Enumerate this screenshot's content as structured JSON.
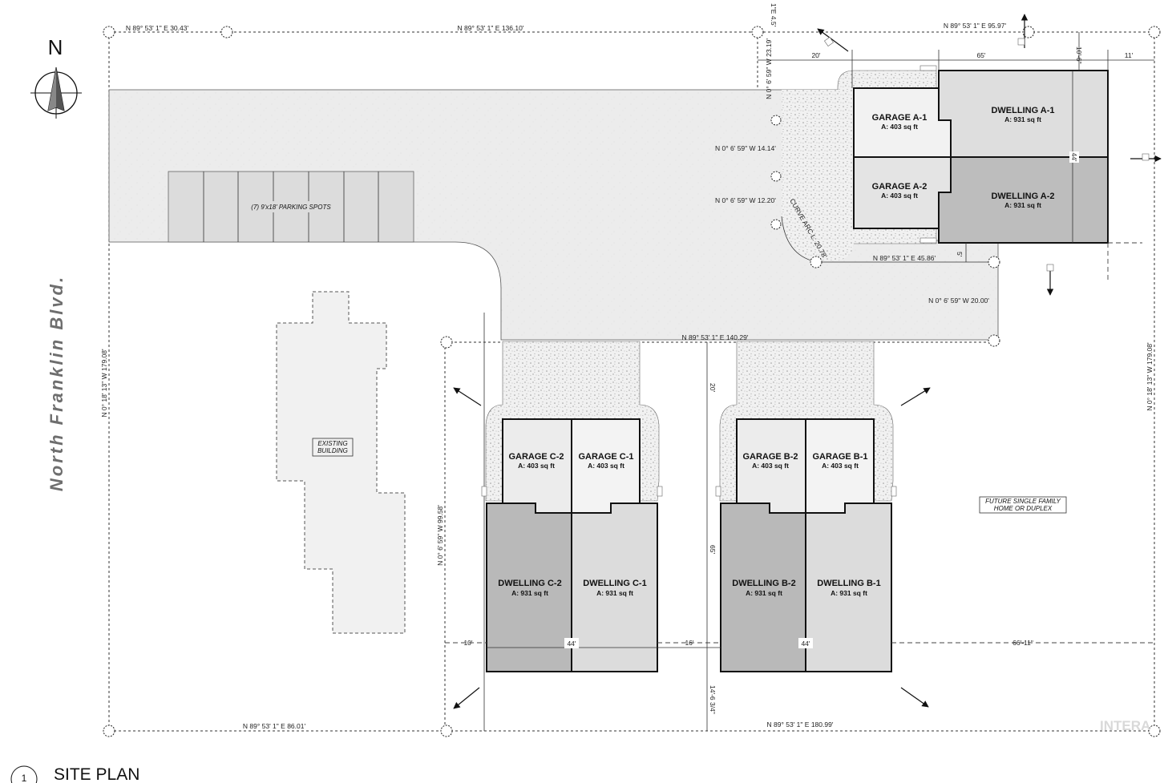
{
  "north_label": "N",
  "street_name": "North Franklin Blvd.",
  "title": {
    "number": "1",
    "text": "SITE PLAN"
  },
  "watermark": "INTERA",
  "parking": {
    "label": "(7) 9'x18' PARKING SPOTS",
    "count": 7
  },
  "existing_building": {
    "line1": "EXISTING",
    "line2": "BUILDING"
  },
  "future": {
    "line1": "FUTURE SINGLE FAMILY",
    "line2": "HOME OR DUPLEX"
  },
  "units": {
    "garage_a1": {
      "name": "GARAGE A-1",
      "area": "A: 403 sq ft"
    },
    "garage_a2": {
      "name": "GARAGE A-2",
      "area": "A: 403 sq ft"
    },
    "dwelling_a1": {
      "name": "DWELLING A-1",
      "area": "A: 931 sq ft"
    },
    "dwelling_a2": {
      "name": "DWELLING A-2",
      "area": "A: 931 sq ft"
    },
    "garage_b1": {
      "name": "GARAGE B-1",
      "area": "A: 403 sq ft"
    },
    "garage_b2": {
      "name": "GARAGE B-2",
      "area": "A: 403 sq ft"
    },
    "dwelling_b1": {
      "name": "DWELLING B-1",
      "area": "A: 931 sq ft"
    },
    "dwelling_b2": {
      "name": "DWELLING B-2",
      "area": "A: 931 sq ft"
    },
    "garage_c1": {
      "name": "GARAGE C-1",
      "area": "A: 403 sq ft"
    },
    "garage_c2": {
      "name": "GARAGE C-2",
      "area": "A: 403 sq ft"
    },
    "dwelling_c1": {
      "name": "DWELLING C-1",
      "area": "A: 931 sq ft"
    },
    "dwelling_c2": {
      "name": "DWELLING C-2",
      "area": "A: 931 sq ft"
    }
  },
  "bearings": {
    "top_1": "N 89° 53' 1\" E   30.43'",
    "top_2": "N 89° 53' 1\" E   136.10'",
    "top_3": "N 89° 53' 1\" E   95.97'",
    "top_tiny": "1\"E  4.5'",
    "a_side_1": "N 0° 6' 59\" W   23.19'",
    "a_side_2": "N 0° 6' 59\" W   14.14'",
    "a_side_3": "N 0° 6' 59\" W   12.20'",
    "a_side_curve": "CURVE ARC L: 20.78'",
    "a_bottom": "N 89° 53' 1\" E   45.86'",
    "a_right": "N 0° 6' 59\" W   20.00'",
    "mid": "N 89° 53' 1\" E   140.29'",
    "left": "N 0° 18' 13\" W   179.08'",
    "right": "N 0° 18' 13\" W   179.08'",
    "c_left": "N 0° 6' 59\" W   99.58'",
    "bottom_1": "N 89° 53' 1\" E   86.01'",
    "bottom_2": "N 89° 53' 1\" E   180.99'"
  },
  "dims": {
    "a_20": "20'",
    "a_65": "65'",
    "a_10_6": "10'-6\"",
    "a_11": "11'",
    "a_44": "44'",
    "a_5": "5'",
    "b_20": "20'",
    "b_65": "65'",
    "b_14": "14'-6 3/4\"",
    "c_10": "10'",
    "c_44": "44'",
    "bc_16": "16'",
    "b_44": "44'",
    "b_66": "66'-11\""
  }
}
